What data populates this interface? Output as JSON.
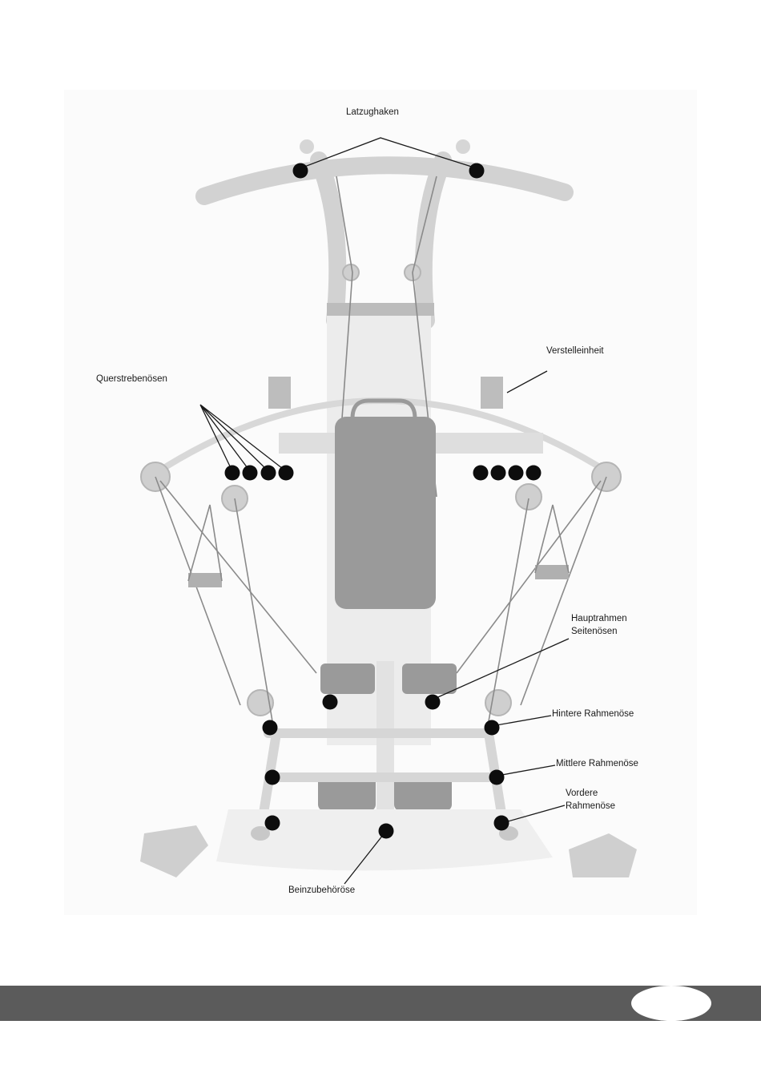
{
  "labels": {
    "latzughaken": "Latzughaken",
    "verstelleinheit": "Verstelleinheit",
    "querstrebenoesen": "Querstrebenösen",
    "hauptrahmen_1": "Hauptrahmen",
    "hauptrahmen_2": "Seitenösen",
    "hintere": "Hintere Rahmenöse",
    "mittlere": "Mittlere Rahmenöse",
    "vordere_1": "Vordere",
    "vordere_2": "Rahmenöse",
    "beinzubehoer": "Beinzubehöröse"
  },
  "colors": {
    "dot": "#0d0d0d",
    "machine": "#d2d2d2",
    "pad": "#9a9a9a",
    "footer": "#5b5b5b"
  }
}
